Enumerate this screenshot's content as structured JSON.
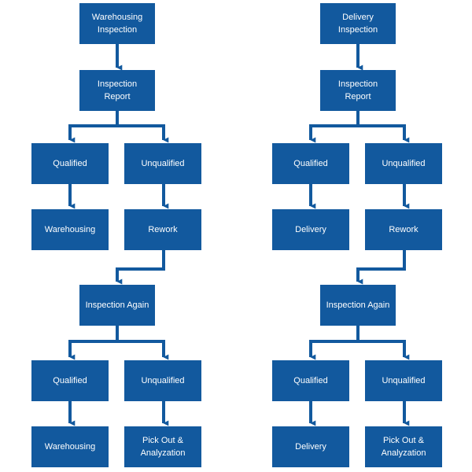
{
  "colors": {
    "box": "#12599e",
    "connector": "#12599e",
    "text": "#ffffff",
    "background": "#ffffff"
  },
  "left_flow": {
    "start": "Warehousing\nInspection",
    "report": "Inspection\nReport",
    "qualified_1": "Qualified",
    "unqualified_1": "Unqualified",
    "result_1": "Warehousing",
    "rework": "Rework",
    "inspection_again": "Inspection Again",
    "qualified_2": "Qualified",
    "unqualified_2": "Unqualified",
    "result_2": "Warehousing",
    "pick_out": "Pick Out &\nAnalyzation"
  },
  "right_flow": {
    "start": "Delivery\nInspection",
    "report": "Inspection\nReport",
    "qualified_1": "Qualified",
    "unqualified_1": "Unqualified",
    "result_1": "Delivery",
    "rework": "Rework",
    "inspection_again": "Inspection Again",
    "qualified_2": "Qualified",
    "unqualified_2": "Unqualified",
    "result_2": "Delivery",
    "pick_out": "Pick Out &\nAnalyzation"
  }
}
